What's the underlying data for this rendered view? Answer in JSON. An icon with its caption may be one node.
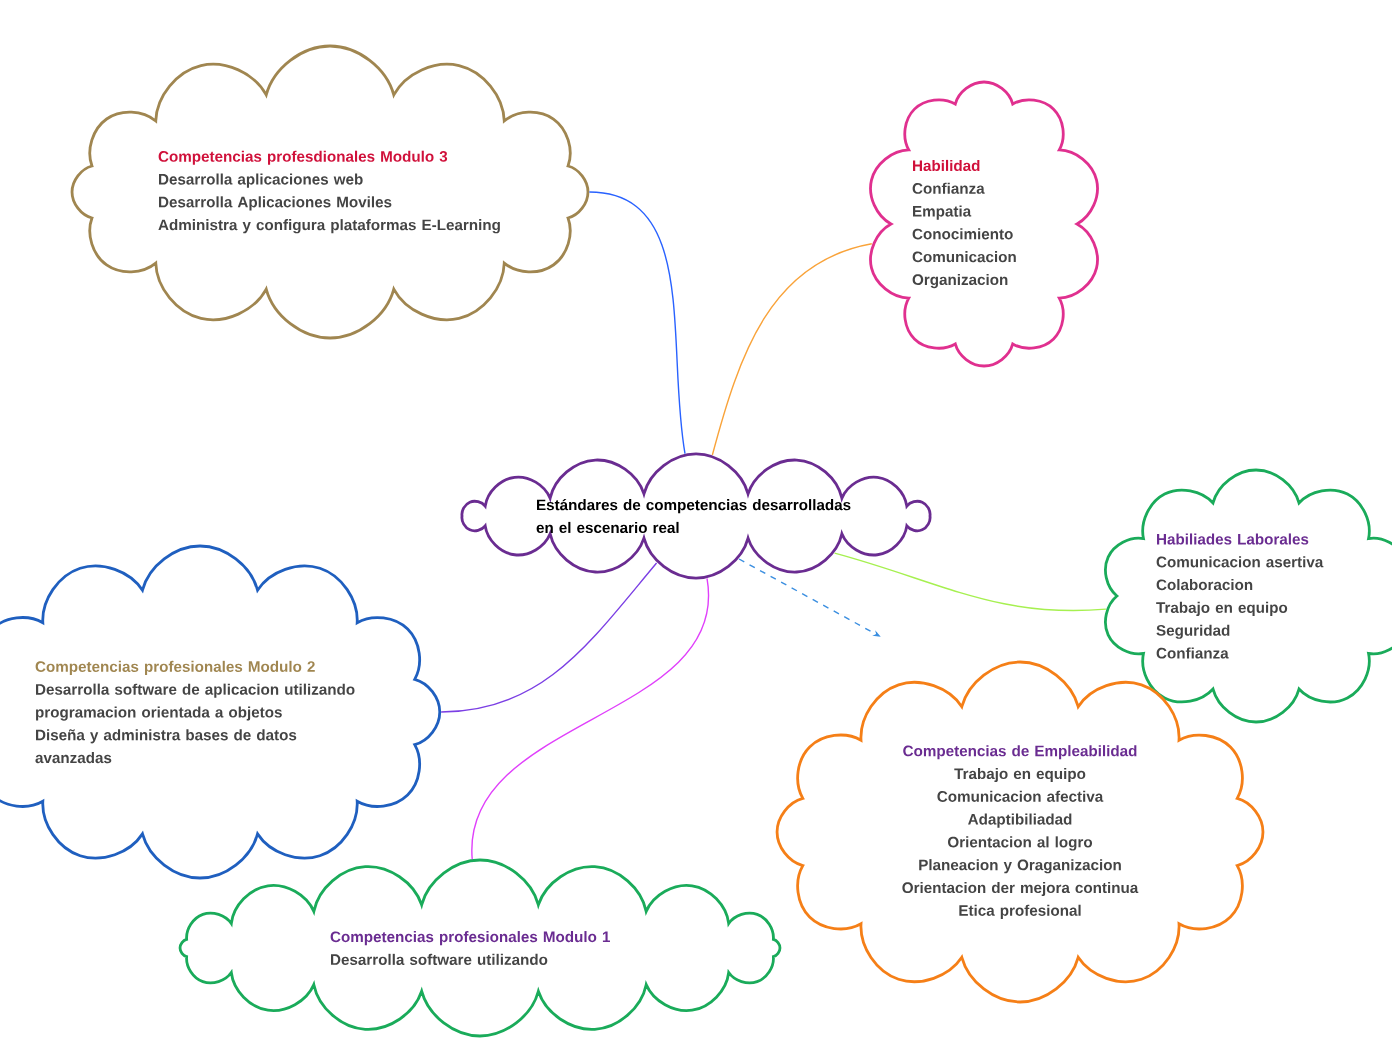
{
  "diagram": {
    "nodes": [
      {
        "text": [
          "Estándares de competencias desarrolladas en el escenario real"
        ]
      },
      {
        "text": [
          "Competencias profesdionales Modulo 3",
          "Desarrolla aplicaciones web",
          "Desarrolla Aplicaciones Moviles",
          "Administra y configura plataformas E-Learning"
        ]
      },
      {
        "text": [
          "Habilidad",
          "Confianza",
          "Empatia",
          "Conocimiento",
          "Comunicacion",
          "Organizacion"
        ]
      },
      {
        "text": [
          "Habiliades Laborales",
          "Comunicacion asertiva",
          "Colaboracion",
          "Trabajo en equipo",
          "Seguridad",
          "Confianza"
        ]
      },
      {
        "text": [
          "Competencias de Empleabilidad",
          "Trabajo en equipo",
          "Comunicacion afectiva",
          "Adaptibiliadad",
          "Orientacion al logro",
          "Planeacion y Oraganizacion",
          "Orientacion der mejora continua",
          "Etica profesional"
        ]
      },
      {
        "text": [
          "Competencias profesionales Modulo 2",
          "Desarrolla software de aplicacion utilizando programacion orientada a objetos",
          "Diseña y administra bases de datos avanzadas"
        ]
      },
      {
        "text": [
          "Competencias profesionales Modulo 1",
          "Desarrolla software utilizando"
        ]
      }
    ],
    "edges": [
      {
        "from": 0,
        "to": 1,
        "arrow": "none",
        "color": "#2962ff"
      },
      {
        "from": 0,
        "to": 2,
        "arrow": "none",
        "color": "#f9a33a"
      },
      {
        "from": 0,
        "to": 3,
        "arrow": "none",
        "color": "#a6f050"
      },
      {
        "from": 0,
        "to": 4,
        "arrow": "to",
        "style": "dashed",
        "color": "#3a8ee0"
      },
      {
        "from": 0,
        "to": 5,
        "arrow": "none",
        "color": "#7b3fe4"
      },
      {
        "from": 0,
        "to": 6,
        "arrow": "none",
        "color": "#e040fb"
      }
    ]
  }
}
